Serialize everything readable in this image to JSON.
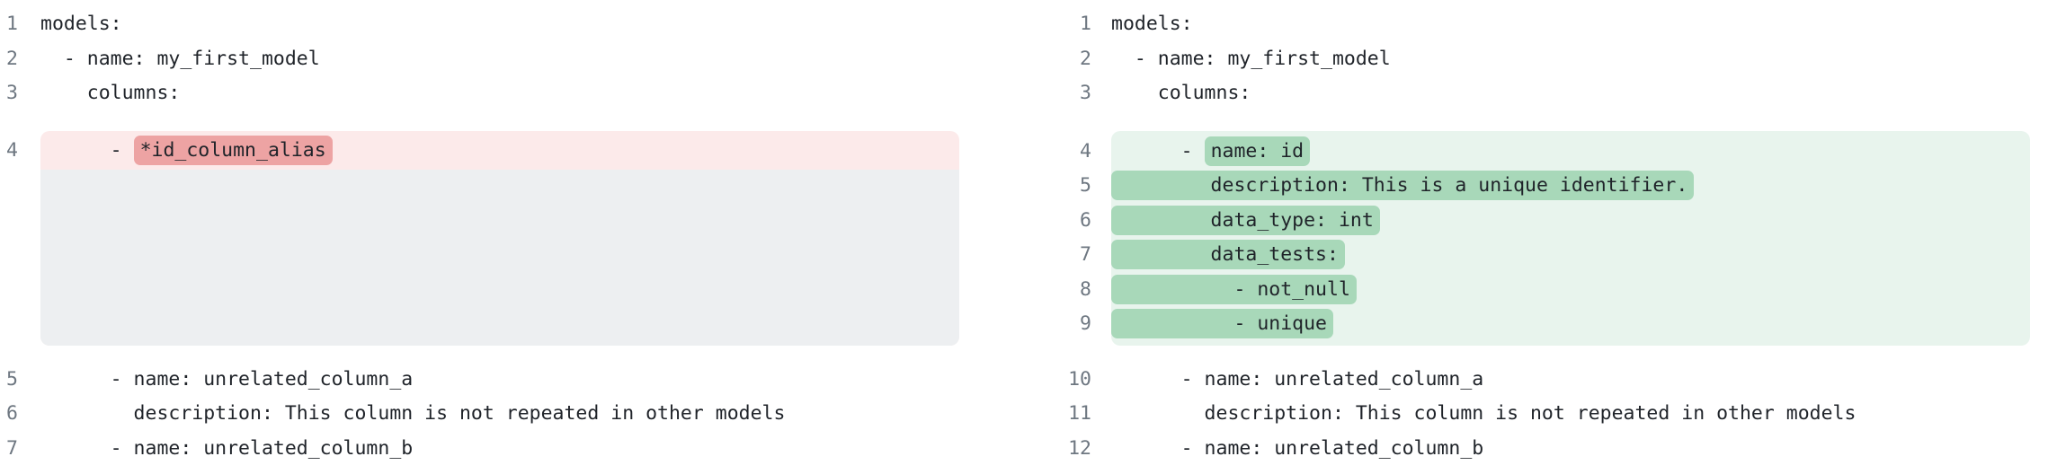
{
  "colors": {
    "removed_line_bg": "#fceaea",
    "removed_token_bg": "#eda3a3",
    "collapsed_block_bg": "#edeff1",
    "added_block_bg": "#e8f4ed",
    "added_token_bg": "#a8d8b9",
    "code_text": "#1f2329",
    "line_number": "#6e7781"
  },
  "before": {
    "lines_top": [
      {
        "num": "1",
        "text": "models:"
      },
      {
        "num": "2",
        "text": "  - name: my_first_model"
      },
      {
        "num": "3",
        "text": "    columns:"
      }
    ],
    "removed": {
      "num": "4",
      "prefix": "      - ",
      "token": "*id_column_alias"
    },
    "lines_bottom": [
      {
        "num": "5",
        "text": "      - name: unrelated_column_a"
      },
      {
        "num": "6",
        "text": "        description: This column is not repeated in other models"
      },
      {
        "num": "7",
        "text": "      - name: unrelated_column_b"
      }
    ]
  },
  "after": {
    "lines_top": [
      {
        "num": "1",
        "text": "models:"
      },
      {
        "num": "2",
        "text": "  - name: my_first_model"
      },
      {
        "num": "3",
        "text": "    columns:"
      }
    ],
    "added": [
      {
        "num": "4",
        "prefix": "      - ",
        "token": "name: id"
      },
      {
        "num": "5",
        "prefix": "",
        "token": "        description: This is a unique identifier."
      },
      {
        "num": "6",
        "prefix": "",
        "token": "        data_type: int"
      },
      {
        "num": "7",
        "prefix": "",
        "token": "        data_tests:"
      },
      {
        "num": "8",
        "prefix": "",
        "token": "          - not_null"
      },
      {
        "num": "9",
        "prefix": "",
        "token": "          - unique"
      }
    ],
    "lines_bottom": [
      {
        "num": "10",
        "text": "      - name: unrelated_column_a"
      },
      {
        "num": "11",
        "text": "        description: This column is not repeated in other models"
      },
      {
        "num": "12",
        "text": "      - name: unrelated_column_b"
      }
    ]
  }
}
